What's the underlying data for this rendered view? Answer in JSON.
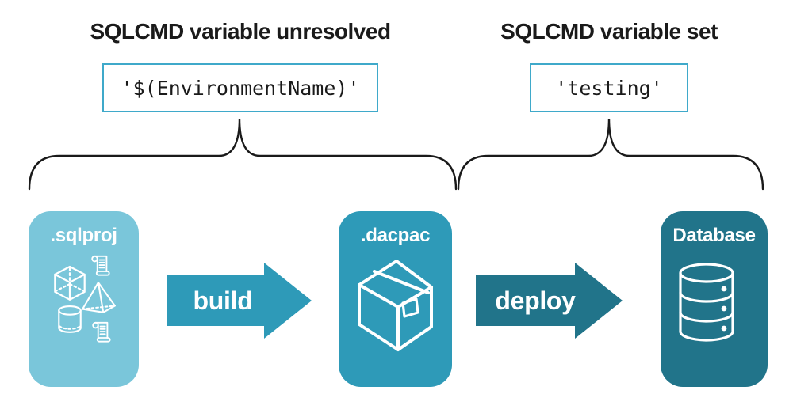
{
  "colors": {
    "light": "#7AC6DA",
    "mid": "#2E9AB8",
    "dark": "#21748A",
    "border": "#3FA9CA",
    "ink": "#1A1A1A"
  },
  "annotations": {
    "unresolved": {
      "heading": "SQLCMD variable unresolved",
      "code": "'$(EnvironmentName)'"
    },
    "set": {
      "heading": "SQLCMD variable set",
      "code": "'testing'"
    }
  },
  "pipeline": {
    "nodes": [
      {
        "id": "sqlproj",
        "label": ".sqlproj"
      },
      {
        "id": "dacpac",
        "label": ".dacpac"
      },
      {
        "id": "database",
        "label": "Database"
      }
    ],
    "arrows": [
      {
        "id": "build",
        "label": "build"
      },
      {
        "id": "deploy",
        "label": "deploy"
      }
    ]
  }
}
